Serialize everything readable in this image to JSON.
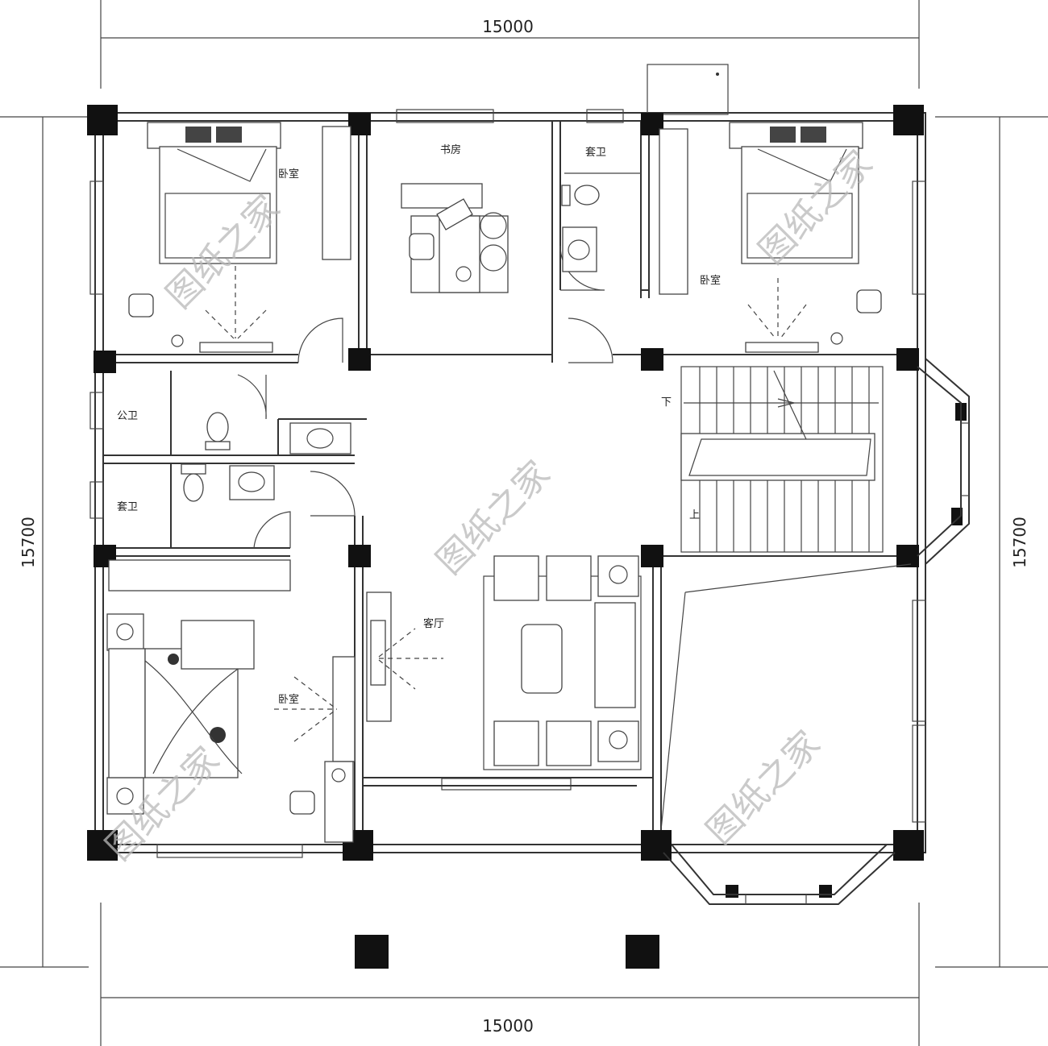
{
  "dimensions": {
    "top": "15000",
    "bottom": "15000",
    "left": "15700",
    "right": "15700"
  },
  "rooms": {
    "bedroom_nw": "卧室",
    "study": "书房",
    "ensuite_n": "套卫",
    "bedroom_ne": "卧室",
    "public_bath": "公卫",
    "ensuite_w": "套卫",
    "living": "客厅",
    "bedroom_sw": "卧室"
  },
  "stairs": {
    "down": "下",
    "up": "上"
  },
  "watermark": "图纸之家"
}
